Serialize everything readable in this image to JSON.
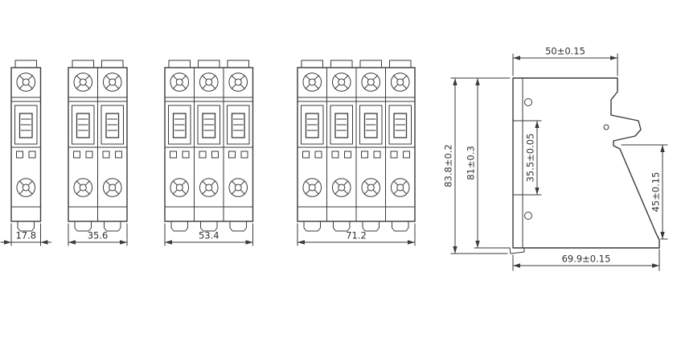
{
  "drawing": {
    "background": "#ffffff",
    "line_color": "#3a3a3a",
    "text_color": "#2f2f2f",
    "front_views": [
      {
        "id": "breaker-1-pole",
        "poles": 1,
        "dim_label": "17.8"
      },
      {
        "id": "breaker-2-pole",
        "poles": 2,
        "dim_label": "35.6"
      },
      {
        "id": "breaker-3-pole",
        "poles": 3,
        "dim_label": "53.4"
      },
      {
        "id": "breaker-4-pole",
        "poles": 4,
        "dim_label": "71.2"
      }
    ],
    "side_view": {
      "id": "breaker-side-view",
      "dim_labels": {
        "top_width": "50±0.15",
        "overall_height": "83.8±0.2",
        "body_height": "81±0.3",
        "rail_slot_height": "35.5±0.05",
        "front_face_height": "45±0.15",
        "overall_depth": "69.9±0.15"
      }
    }
  }
}
